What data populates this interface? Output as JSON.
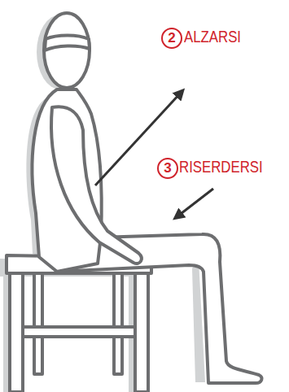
{
  "diagram": {
    "labels": [
      "2",
      "ALZARSI",
      "3",
      "RISERDERSI"
    ]
  }
}
